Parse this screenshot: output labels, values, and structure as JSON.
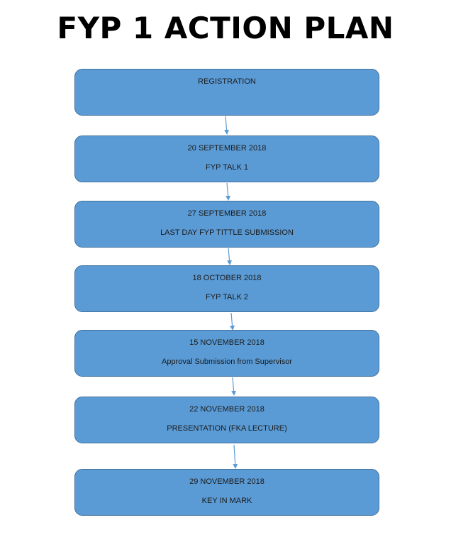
{
  "title": "FYP 1 ACTION PLAN",
  "colors": {
    "box_fill": "#5b9bd5",
    "box_border": "#41719c",
    "arrow": "#5b9bd5",
    "text": "#1a1a1a"
  },
  "steps": [
    {
      "line1": "REGISTRATION",
      "line2": ""
    },
    {
      "line1": "20 SEPTEMBER 2018",
      "line2": "FYP TALK 1"
    },
    {
      "line1": "27 SEPTEMBER 2018",
      "line2": "LAST DAY FYP TITTLE SUBMISSION"
    },
    {
      "line1": "18 OCTOBER 2018",
      "line2": "FYP TALK 2"
    },
    {
      "line1": "15 NOVEMBER 2018",
      "line2": "Approval Submission from Supervisor"
    },
    {
      "line1": "22 NOVEMBER 2018",
      "line2": "PRESENTATION (FKA LECTURE)"
    },
    {
      "line1": "29 NOVEMBER 2018",
      "line2": "KEY IN MARK"
    }
  ]
}
